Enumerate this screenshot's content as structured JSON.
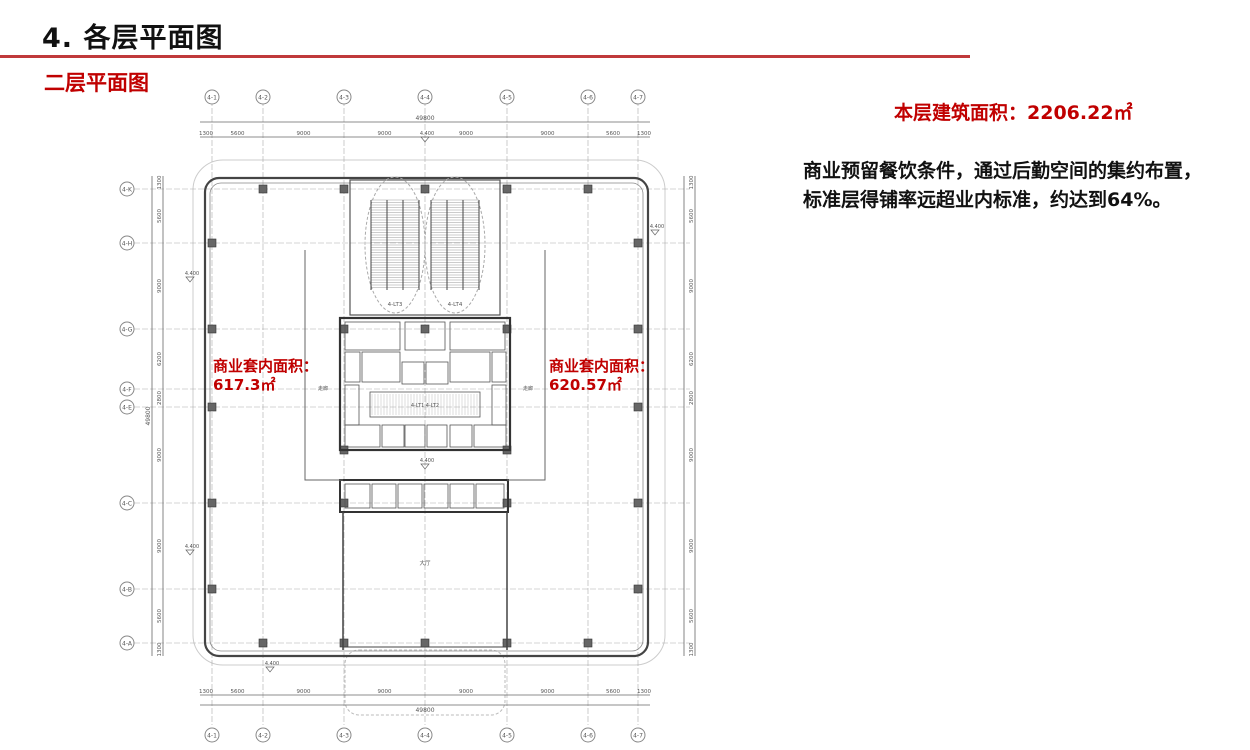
{
  "header": {
    "section_title": "4. 各层平面图",
    "sub_title": "二层平面图"
  },
  "summary": {
    "floor_area": "本层建筑面积：2206.22㎡",
    "description_lines": [
      "商业预留餐饮条件，通过后勤空间的集约布置，",
      "标准层得铺率远超业内标准，约达到64%。"
    ]
  },
  "plan": {
    "left_unit": {
      "label": "商业套内面积：",
      "value": "617.3㎡"
    },
    "right_unit": {
      "label": "商业套内面积：",
      "value": "620.57㎡"
    },
    "column_axes": [
      "4-1",
      "4-2",
      "4-3",
      "4-4",
      "4-5",
      "4-6",
      "4-7"
    ],
    "row_axes": [
      "4-K",
      "4-H",
      "4-G",
      "4-F",
      "4-E",
      "4-C",
      "4-B",
      "4-A"
    ],
    "horizontal_dims": [
      "1300",
      "5600",
      "9000",
      "9000",
      "9000",
      "9000",
      "5600",
      "1300"
    ],
    "vertical_dims": [
      "1300",
      "5600",
      "9000",
      "6200",
      "2800",
      "9000",
      "9000",
      "5600",
      "1300"
    ],
    "total_dim": "49800",
    "elevation": "4.400",
    "rooms": {
      "escalator_left": "4-LT3",
      "escalator_right": "4-LT4",
      "core_stair": "4-LT1 4-LT2",
      "lobby": "大厅",
      "corridor": "走廊"
    }
  },
  "colors": {
    "accent": "#c00000",
    "rule": "#c0393b",
    "line": "#555555"
  }
}
